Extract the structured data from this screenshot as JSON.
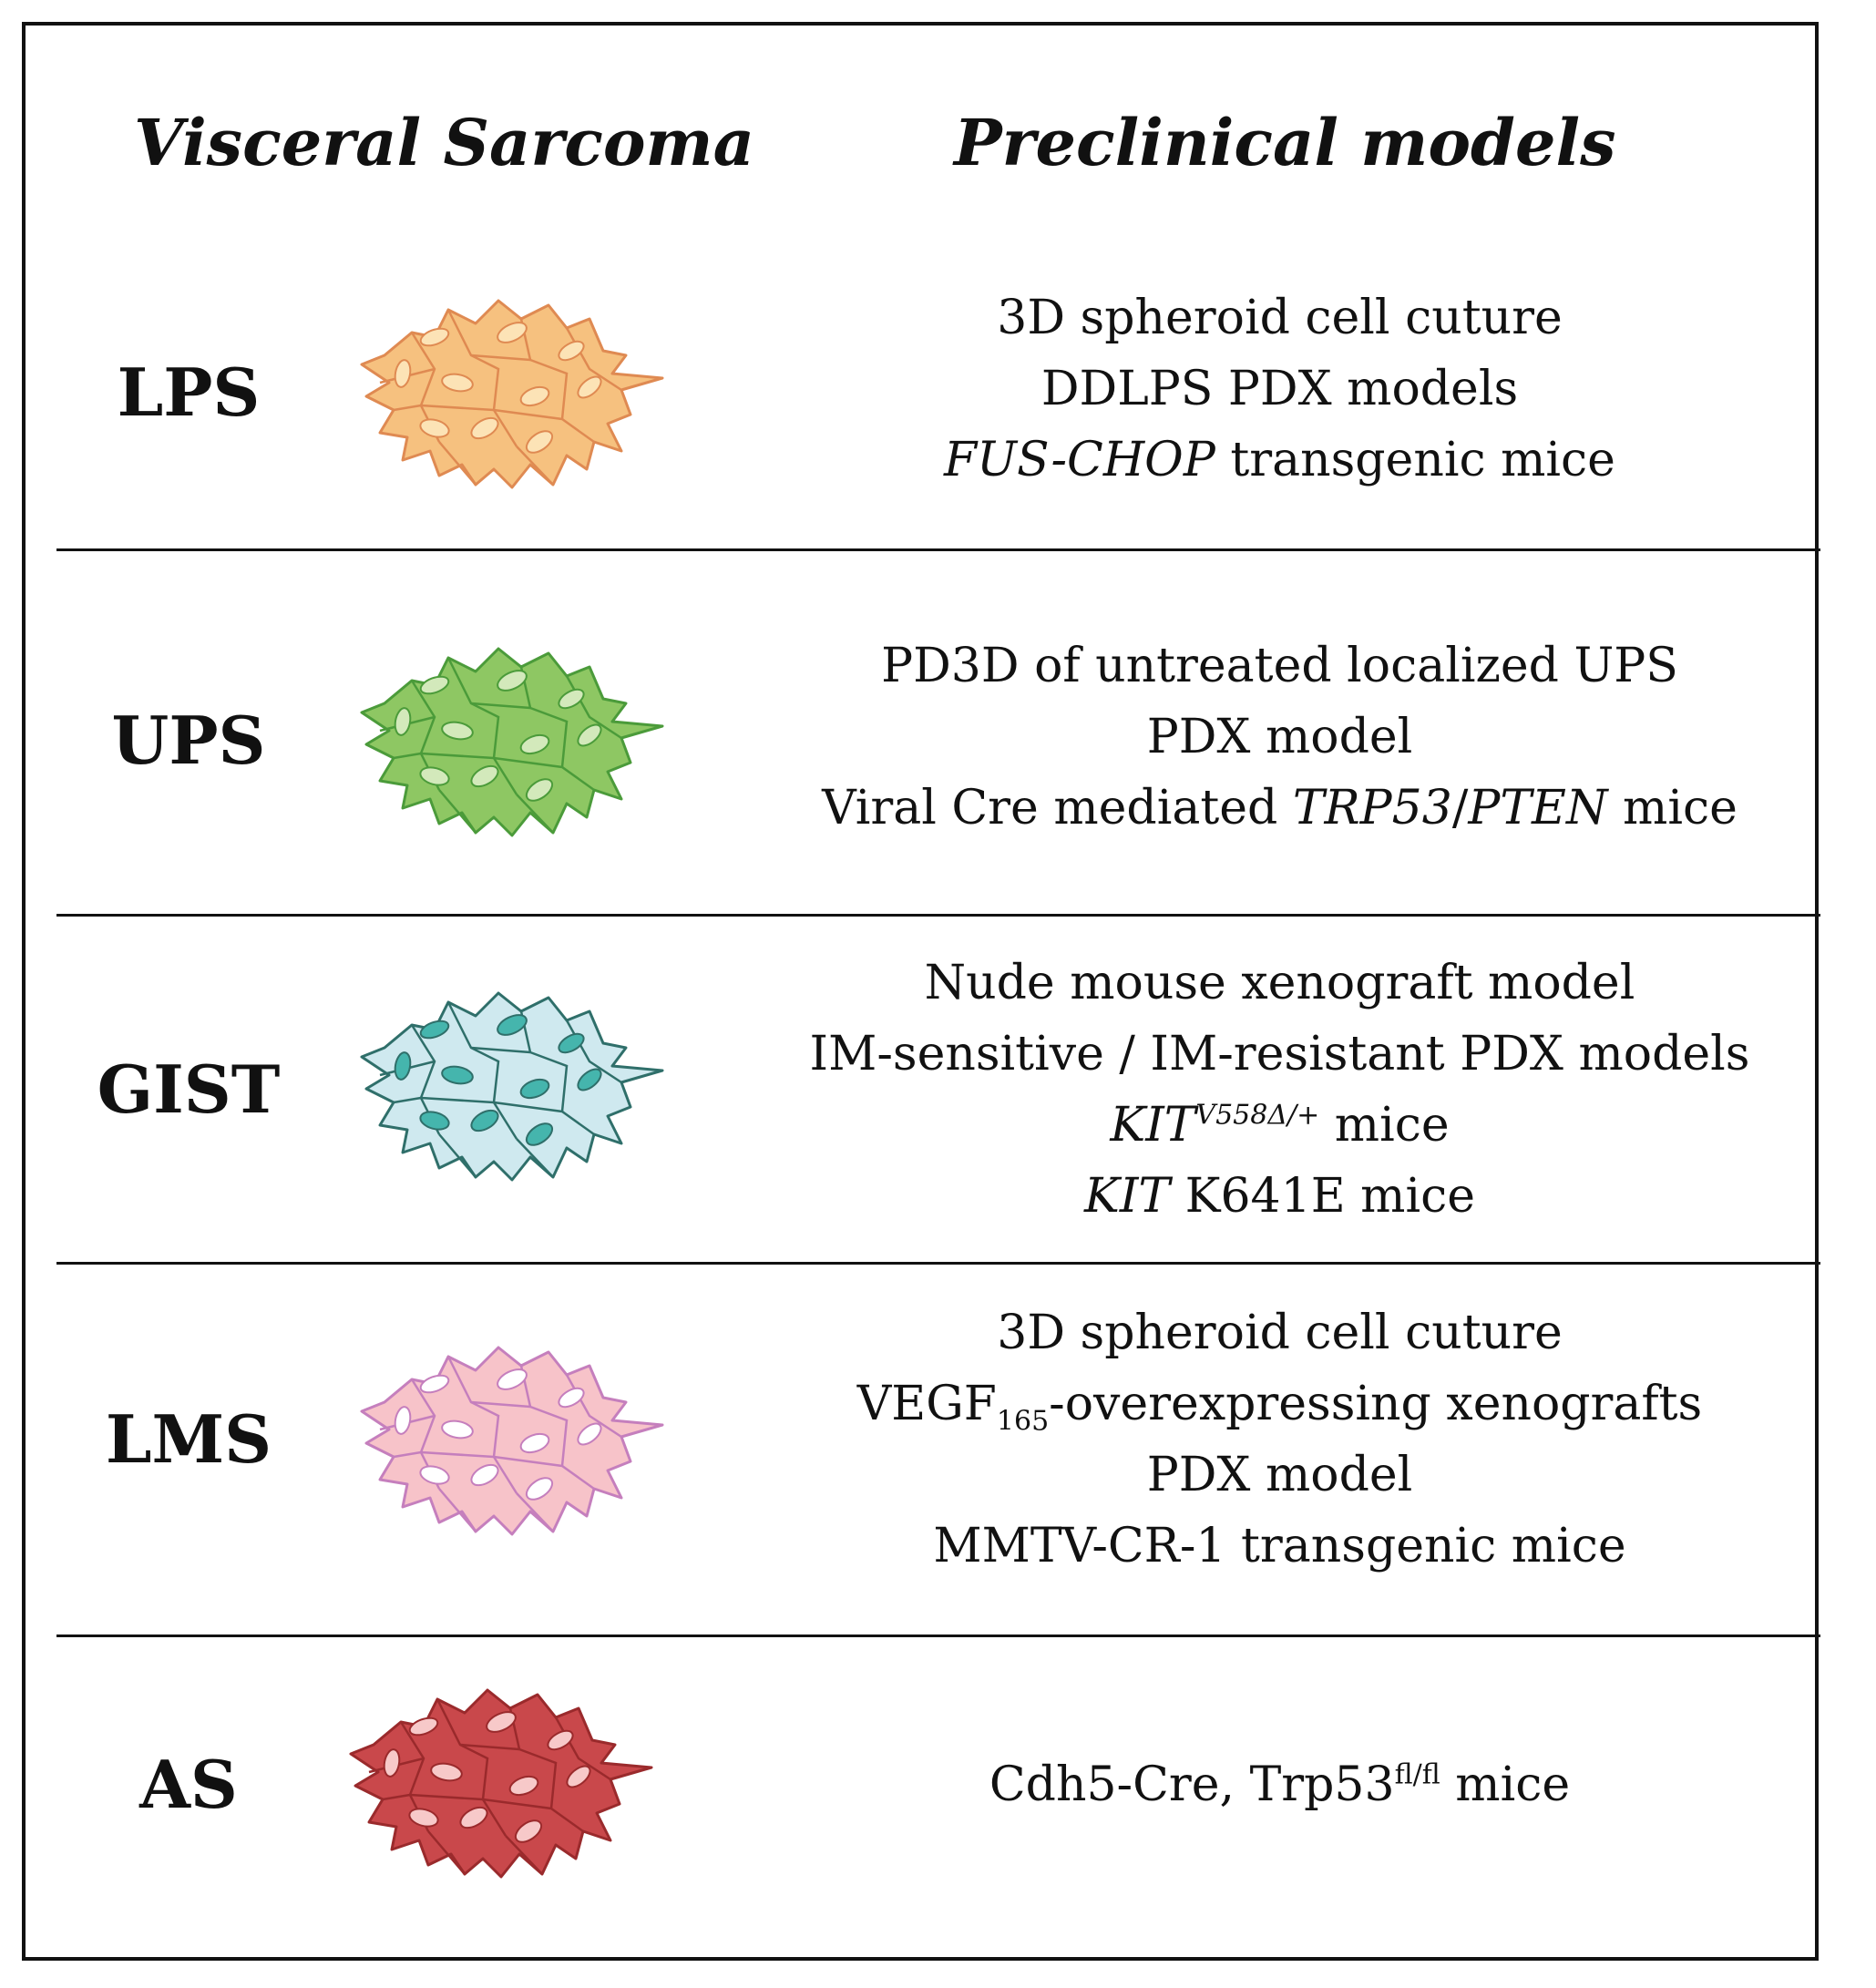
{
  "header": {
    "left_title": "Visceral Sarcoma",
    "right_title": "Preclinical models"
  },
  "rows": [
    {
      "abbr": "LPS",
      "color_fill": "#f6c17f",
      "color_stroke": "#df8a52",
      "nucleus_fill": "#fce3b6",
      "models": [
        {
          "text": "3D spheroid cell cuture"
        },
        {
          "text": "DDLPS PDX models"
        },
        {
          "italic": "FUS-CHOP",
          "text": " transgenic mice"
        }
      ]
    },
    {
      "abbr": "UPS",
      "color_fill": "#8ec763",
      "color_stroke": "#4b9b3a",
      "nucleus_fill": "#d3e9bb",
      "models": [
        {
          "text": "PD3D of untreated localized UPS"
        },
        {
          "text": "PDX model"
        },
        {
          "text": "Viral Cre mediated ",
          "italic": "TRP53",
          "sep": "/",
          "italic2": "PTEN",
          "tail": " mice"
        }
      ]
    },
    {
      "abbr": "GIST",
      "color_fill": "#cfe9ef",
      "color_stroke": "#2f6f6a",
      "nucleus_fill": "#45b5ad",
      "models": [
        {
          "text": "Nude mouse xenograft model"
        },
        {
          "text": "IM-sensitive / IM-resistant PDX models"
        },
        {
          "italic": "KIT",
          "sup": "V558Δ/+",
          "text": " mice"
        },
        {
          "italic": "KIT",
          "text": " K641E mice"
        }
      ]
    },
    {
      "abbr": "LMS",
      "color_fill": "#f7c3c9",
      "color_stroke": "#c57fbd",
      "nucleus_fill": "#ffffff",
      "models": [
        {
          "text": "3D spheroid cell cuture"
        },
        {
          "text": "VEGF",
          "sub": "165",
          "tail": "-overexpressing xenografts"
        },
        {
          "text": "PDX model"
        },
        {
          "text": "MMTV-CR-1 transgenic mice"
        }
      ]
    },
    {
      "abbr": "AS",
      "color_fill": "#c9484b",
      "color_stroke": "#9a2a2c",
      "nucleus_fill": "#f7c9c9",
      "models": [
        {
          "text": "Cdh5-Cre, Trp53",
          "sup": "fl/fl",
          "tail": " mice"
        }
      ]
    }
  ]
}
